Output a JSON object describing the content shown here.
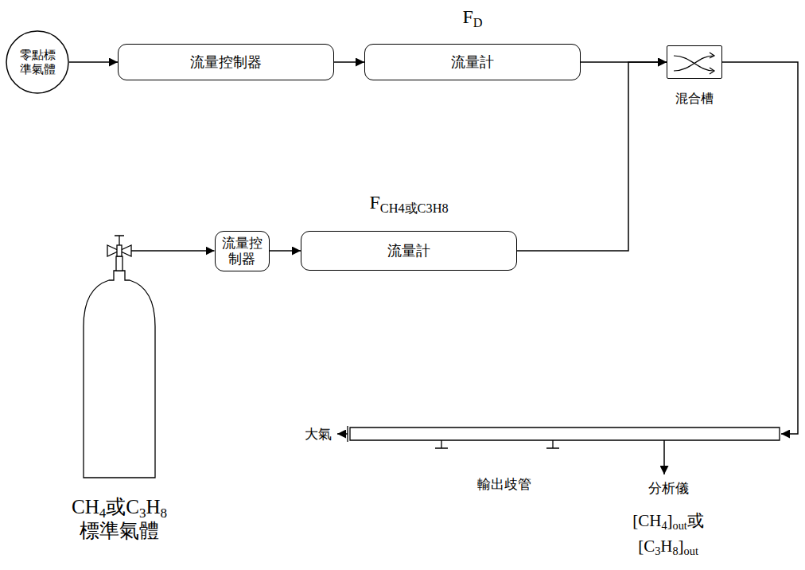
{
  "diagram": {
    "nodes": [
      {
        "text": [
          "零點標準氣體"
        ]
      },
      {
        "text": [
          "流量控制器"
        ]
      },
      {
        "text": [
          "FD",
          "流量計"
        ]
      },
      {
        "text": [
          "混合槽"
        ]
      },
      {
        "text": [
          "CH4或C3H8 標準氣體"
        ]
      },
      {
        "text": [
          "流量控制器"
        ]
      },
      {
        "text": [
          "FCH4或C3H8",
          "流量計"
        ]
      },
      {
        "text": [
          "輸出歧管"
        ]
      },
      {
        "text": [
          "分析儀",
          "[CH4]out或 [C3H8]out"
        ]
      },
      {
        "text": [
          "大氣"
        ]
      }
    ],
    "edges": [
      {
        "from": 0,
        "to": 1,
        "arrow": "to"
      },
      {
        "from": 1,
        "to": 2,
        "arrow": "to"
      },
      {
        "from": 2,
        "to": 3,
        "arrow": "to"
      },
      {
        "from": 4,
        "to": 5,
        "arrow": "to"
      },
      {
        "from": 5,
        "to": 6,
        "arrow": "to"
      },
      {
        "from": 6,
        "to": 3,
        "arrow": "to"
      },
      {
        "from": 3,
        "to": 7,
        "arrow": "to"
      },
      {
        "from": 7,
        "to": 9,
        "arrow": "to"
      },
      {
        "from": 7,
        "to": 8,
        "arrow": "to"
      }
    ]
  }
}
